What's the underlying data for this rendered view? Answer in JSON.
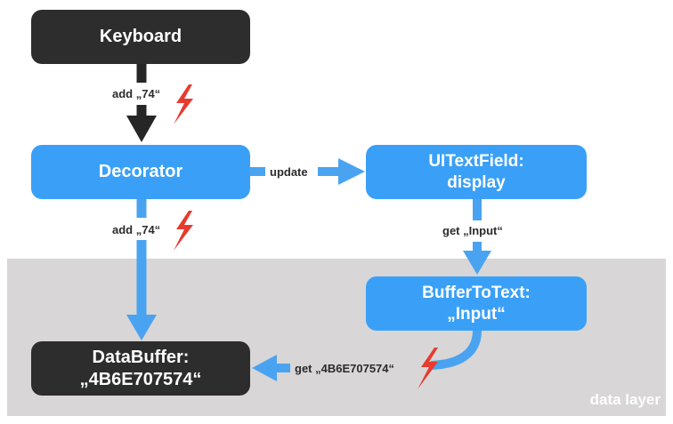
{
  "layer": {
    "label": "data layer"
  },
  "nodes": {
    "keyboard": {
      "line1": "Keyboard"
    },
    "decorator": {
      "line1": "Decorator"
    },
    "textfield": {
      "line1": "UITextField:",
      "line2": "display"
    },
    "buffertotext": {
      "line1": "BufferToText:",
      "line2": "„Input“"
    },
    "databuffer": {
      "line1": "DataBuffer:",
      "line2": "„4B6E707574“"
    }
  },
  "edges": {
    "keyboard_to_decorator": "add „74“",
    "decorator_to_textfield": "update",
    "decorator_to_databuffer": "add „74“",
    "textfield_to_buffertotext": "get „Input“",
    "buffertotext_to_databuffer": "get „4B6E707574“"
  },
  "colors": {
    "dark_node": "#2d2d2d",
    "blue_node": "#3aa0f7",
    "arrow_blue": "#4aa3f0",
    "arrow_dark": "#262626",
    "lightning": "#e63b2e",
    "layer_bg": "#d8d6d7"
  },
  "icons": {
    "event": "lightning-icon"
  }
}
